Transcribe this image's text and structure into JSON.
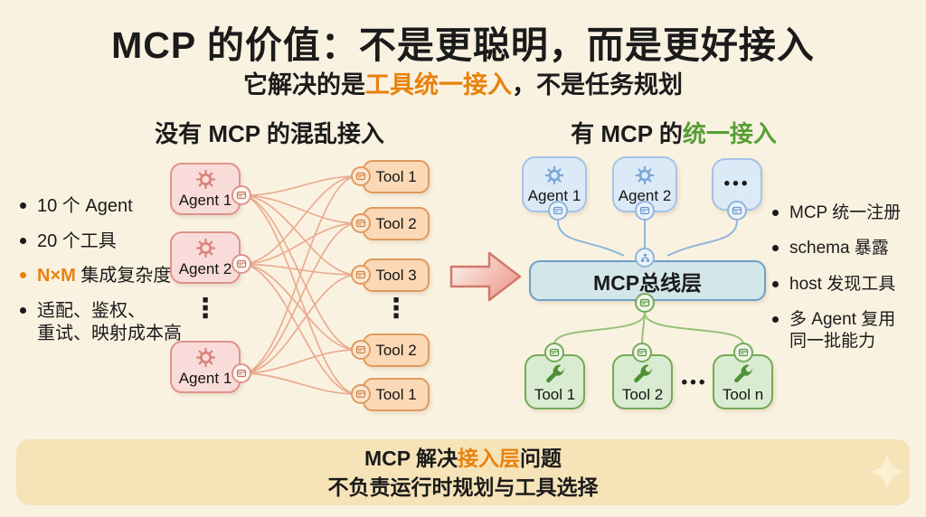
{
  "title": "MCP 的价值：不是更聪明，而是更好接入",
  "subtitle": {
    "prefix": "它解决的是",
    "highlight": "工具统一接入",
    "suffix": "，不是任务规划"
  },
  "left": {
    "header": "没有 MCP 的混乱接入",
    "bullets": {
      "b1": "10 个 Agent",
      "b2": "20 个工具",
      "b3_highlight": "N×M",
      "b3_rest": " 集成复杂度",
      "b4_line1": "适配、鉴权、",
      "b4_line2": "重试、映射成本高"
    },
    "agents": [
      "Agent 1",
      "Agent 2",
      "Agent 1"
    ],
    "agents_ellipsis": "⋮",
    "tools": [
      "Tool 1",
      "Tool 2",
      "Tool 3",
      "Tool 2",
      "Tool 1"
    ],
    "tools_ellipsis": "⋮"
  },
  "right": {
    "header_prefix": "有 MCP 的",
    "header_highlight": "统一接入",
    "agents": [
      "Agent 1",
      "Agent 2"
    ],
    "agents_ellipsis": "•••",
    "bus_label": "MCP总线层",
    "tools": [
      "Tool 1",
      "Tool 2",
      "Tool n"
    ],
    "tools_ellipsis": "•••",
    "bullets": [
      "MCP 统一注册",
      "schema 暴露",
      "host 发现工具"
    ],
    "bullet4_line1": "多 Agent 复用",
    "bullet4_line2": "同一批能力"
  },
  "footer": {
    "line1_prefix": "MCP 解决",
    "line1_highlight": "接入层",
    "line1_suffix": "问题",
    "line2": "不负责运行时规划与工具选择"
  },
  "colors": {
    "background": "#faf2e1",
    "accent_orange": "#e8820c",
    "accent_green": "#569e35",
    "agent_pink_fill": "#f9dcda",
    "agent_pink_border": "#e0928c",
    "tool_orange_fill": "#fbd9b6",
    "tool_orange_border": "#e09a5d",
    "mesh_line": "#eaac90",
    "agent_blue_fill": "#dce9f7",
    "agent_blue_border": "#a4c4e6",
    "bus_fill": "#d3e7eb",
    "bus_border": "#6f9ec6",
    "tool_green_fill": "#d9ecd1",
    "tool_green_border": "#74aa57",
    "banner_fill": "#f7e3b8"
  }
}
